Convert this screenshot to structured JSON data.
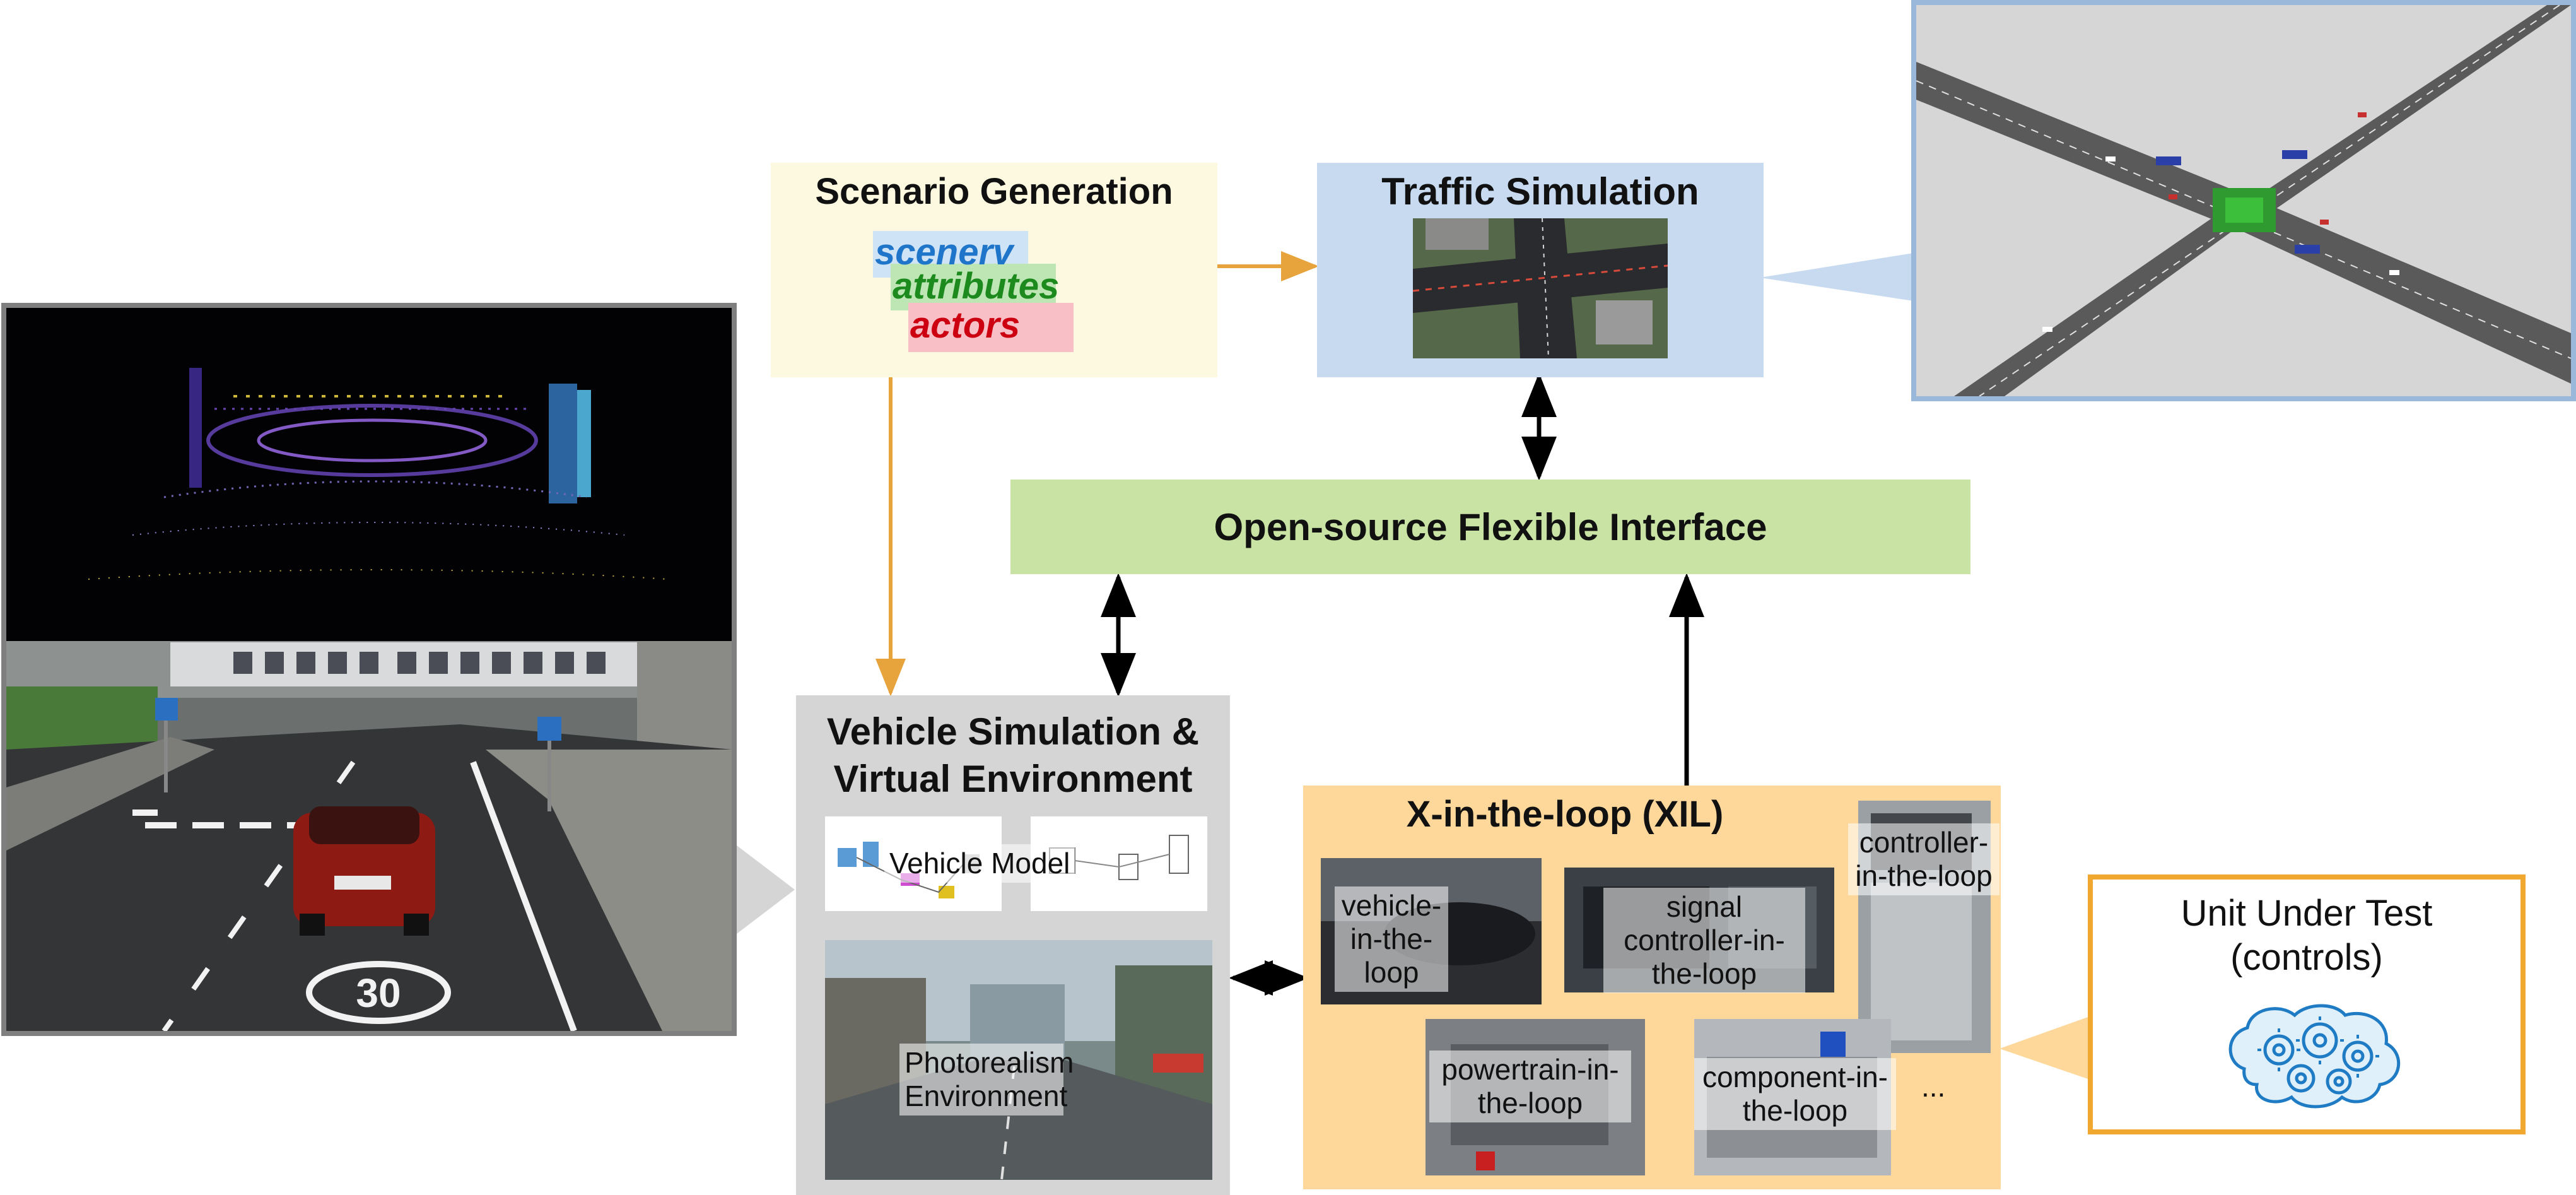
{
  "scenario_generation": {
    "title": "Scenario Generation",
    "tags": [
      "scenerv",
      "attributes",
      "actors"
    ],
    "tag_colors": [
      "#1f75c9",
      "#1c8a1c",
      "#cc0011"
    ]
  },
  "traffic_simulation": {
    "title": "Traffic Simulation"
  },
  "interface": {
    "label": "Open-source Flexible Interface"
  },
  "vehicle_sim": {
    "title": "Vehicle Simulation & Virtual Environment",
    "vehicle_model_label": "Vehicle Model",
    "environment_label": "Photorealism Environment"
  },
  "xil": {
    "title": "X-in-the-loop (XIL)",
    "items": {
      "vehicle": "vehicle-in-the-loop",
      "signal": "signal controller-in-the-loop",
      "controller": "controller-in-the-loop",
      "powertrain": "powertrain-in-the-loop",
      "component": "component-in-the-loop",
      "more": "..."
    }
  },
  "uut": {
    "label": "Unit Under Test (controls)"
  },
  "colors": {
    "scenario_bg": "#fdf9e0",
    "traffic_bg": "#c7daf0",
    "interface_bg": "#c9e3a4",
    "vehicle_bg": "#d5d5d5",
    "xil_bg": "#fdd89a",
    "uut_border": "#f0a830",
    "arrow_orange": "#e8a43c",
    "arrow_black": "#000000"
  }
}
